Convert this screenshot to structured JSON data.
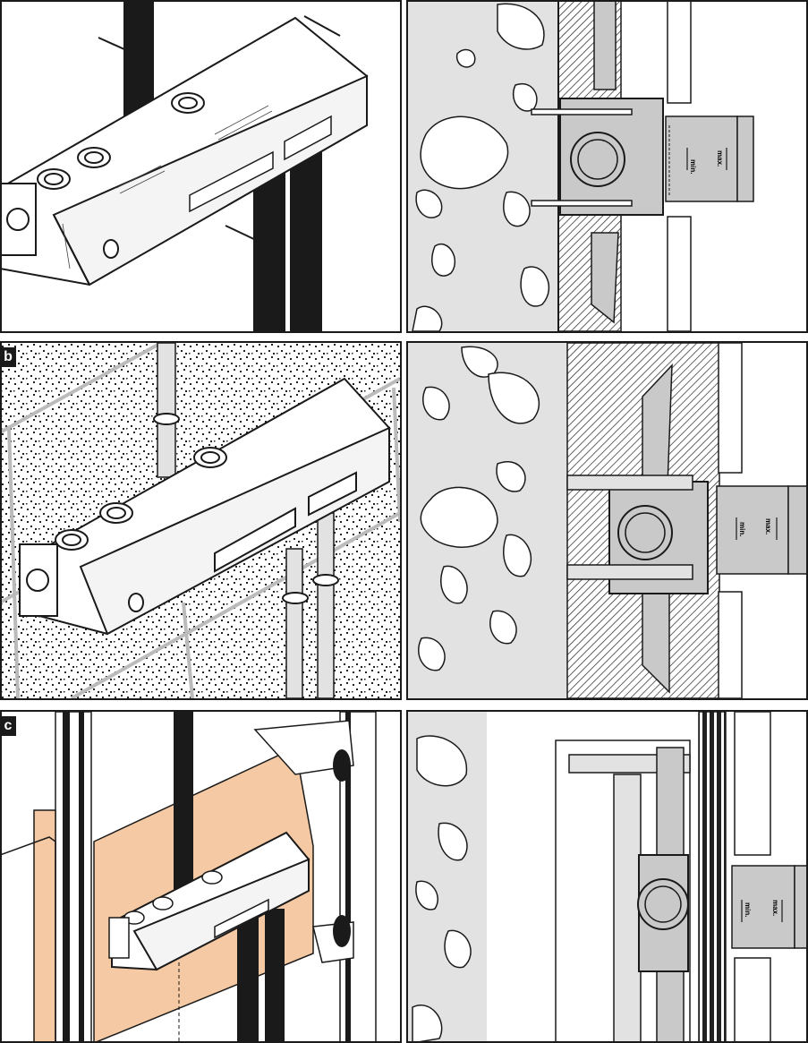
{
  "figure": {
    "rows": [
      {
        "id": "a",
        "label": "",
        "left_view": "box-on-wall-with-pipes",
        "right_view": "section-plaster-wall"
      },
      {
        "id": "b",
        "label": "b",
        "left_view": "box-on-tiled-wall-with-clamps",
        "right_view": "section-solid-wall"
      },
      {
        "id": "c",
        "label": "c",
        "left_view": "box-in-drywall-frame",
        "right_view": "section-drywall"
      }
    ],
    "gauge": {
      "min_label": "min.",
      "max_label": "max."
    },
    "colors": {
      "line": "#1a1a1a",
      "wall_grey": "#e2e2e2",
      "box_grey": "#c9c9c9",
      "wood": "#f4c9a3",
      "pipe": "#1a1a1a"
    }
  }
}
